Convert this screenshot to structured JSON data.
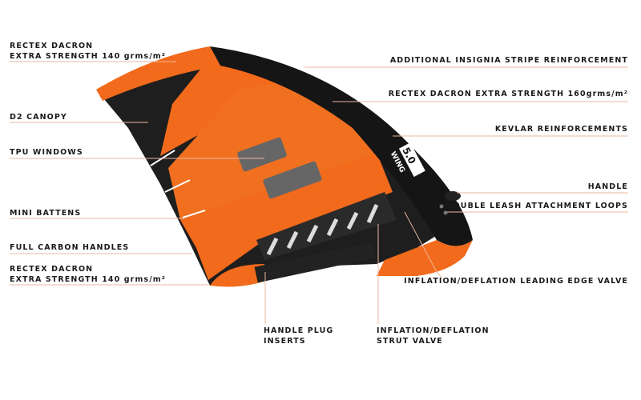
{
  "diagram": {
    "subject": "5.0 Wing",
    "brand_mark": "WING",
    "size_mark": "5.0",
    "colors": {
      "accent": "#f26a1b",
      "dark": "#1b1b1b",
      "leader": "#e9b8a0"
    },
    "left_labels": [
      {
        "line1": "RECTEX DACRON",
        "line2": "EXTRA STRENGTH 140 grms/m²"
      },
      {
        "line1": "D2 CANOPY"
      },
      {
        "line1": "TPU WINDOWS"
      },
      {
        "line1": "MINI BATTENS"
      },
      {
        "line1": "FULL CARBON HANDLES"
      },
      {
        "line1": "RECTEX DACRON",
        "line2": "EXTRA STRENGTH 140 grms/m²"
      }
    ],
    "right_labels": [
      {
        "line1": "ADDITIONAL INSIGNIA STRIPE REINFORCEMENT"
      },
      {
        "line1": "RECTEX DACRON EXTRA STRENGTH 160grms/m²"
      },
      {
        "line1": "KEVLAR REINFORCEMENTS"
      },
      {
        "line1": "HANDLE"
      },
      {
        "line1": "DOUBLE LEASH ATTACHMENT LOOPS"
      },
      {
        "line1": "INFLATION/DEFLATION LEADING EDGE VALVE"
      }
    ],
    "bottom_labels": [
      {
        "line1": "HANDLE PLUG",
        "line2": "INSERTS"
      },
      {
        "line1": "INFLATION/DEFLATION",
        "line2": "STRUT VALVE"
      }
    ]
  }
}
